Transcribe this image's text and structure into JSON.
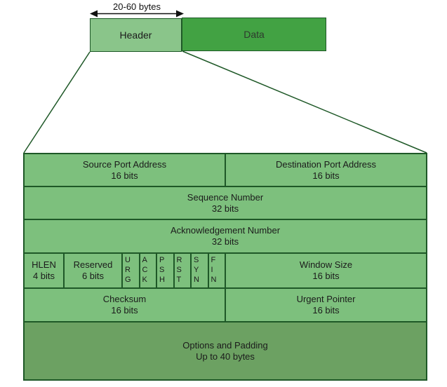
{
  "segment_bar": {
    "size_annotation": "20-60 bytes",
    "header_label": "Header",
    "data_label": "Data"
  },
  "header_fields": {
    "source_port": {
      "name": "Source Port Address",
      "size": "16 bits"
    },
    "destination_port": {
      "name": "Destination Port Address",
      "size": "16 bits"
    },
    "sequence_number": {
      "name": "Sequence Number",
      "size": "32 bits"
    },
    "acknowledgement_number": {
      "name": "Acknowledgement Number",
      "size": "32 bits"
    },
    "hlen": {
      "name": "HLEN",
      "size": "4 bits"
    },
    "reserved": {
      "name": "Reserved",
      "size": "6 bits"
    },
    "flags": [
      {
        "name": "URG",
        "stacked": "U\nR\nG"
      },
      {
        "name": "ACK",
        "stacked": "A\nC\nK"
      },
      {
        "name": "PSH",
        "stacked": "P\nS\nH"
      },
      {
        "name": "RST",
        "stacked": "R\nS\nT"
      },
      {
        "name": "SYN",
        "stacked": "S\nY\nN"
      },
      {
        "name": "FIN",
        "stacked": "F\nI\nN"
      }
    ],
    "window_size": {
      "name": "Window Size",
      "size": "16 bits"
    },
    "checksum": {
      "name": "Checksum",
      "size": "16 bits"
    },
    "urgent_pointer": {
      "name": "Urgent Pointer",
      "size": "16 bits"
    },
    "options": {
      "name": "Options and Padding",
      "size": "Up to 40 bytes"
    }
  },
  "colors": {
    "header_fill": "#8ac58a",
    "data_fill": "#42a243",
    "cell_fill": "#7dc07d",
    "options_fill": "#6ca162",
    "border": "#1e5827",
    "text": "#1b1b1b",
    "arrow": "#111111"
  }
}
